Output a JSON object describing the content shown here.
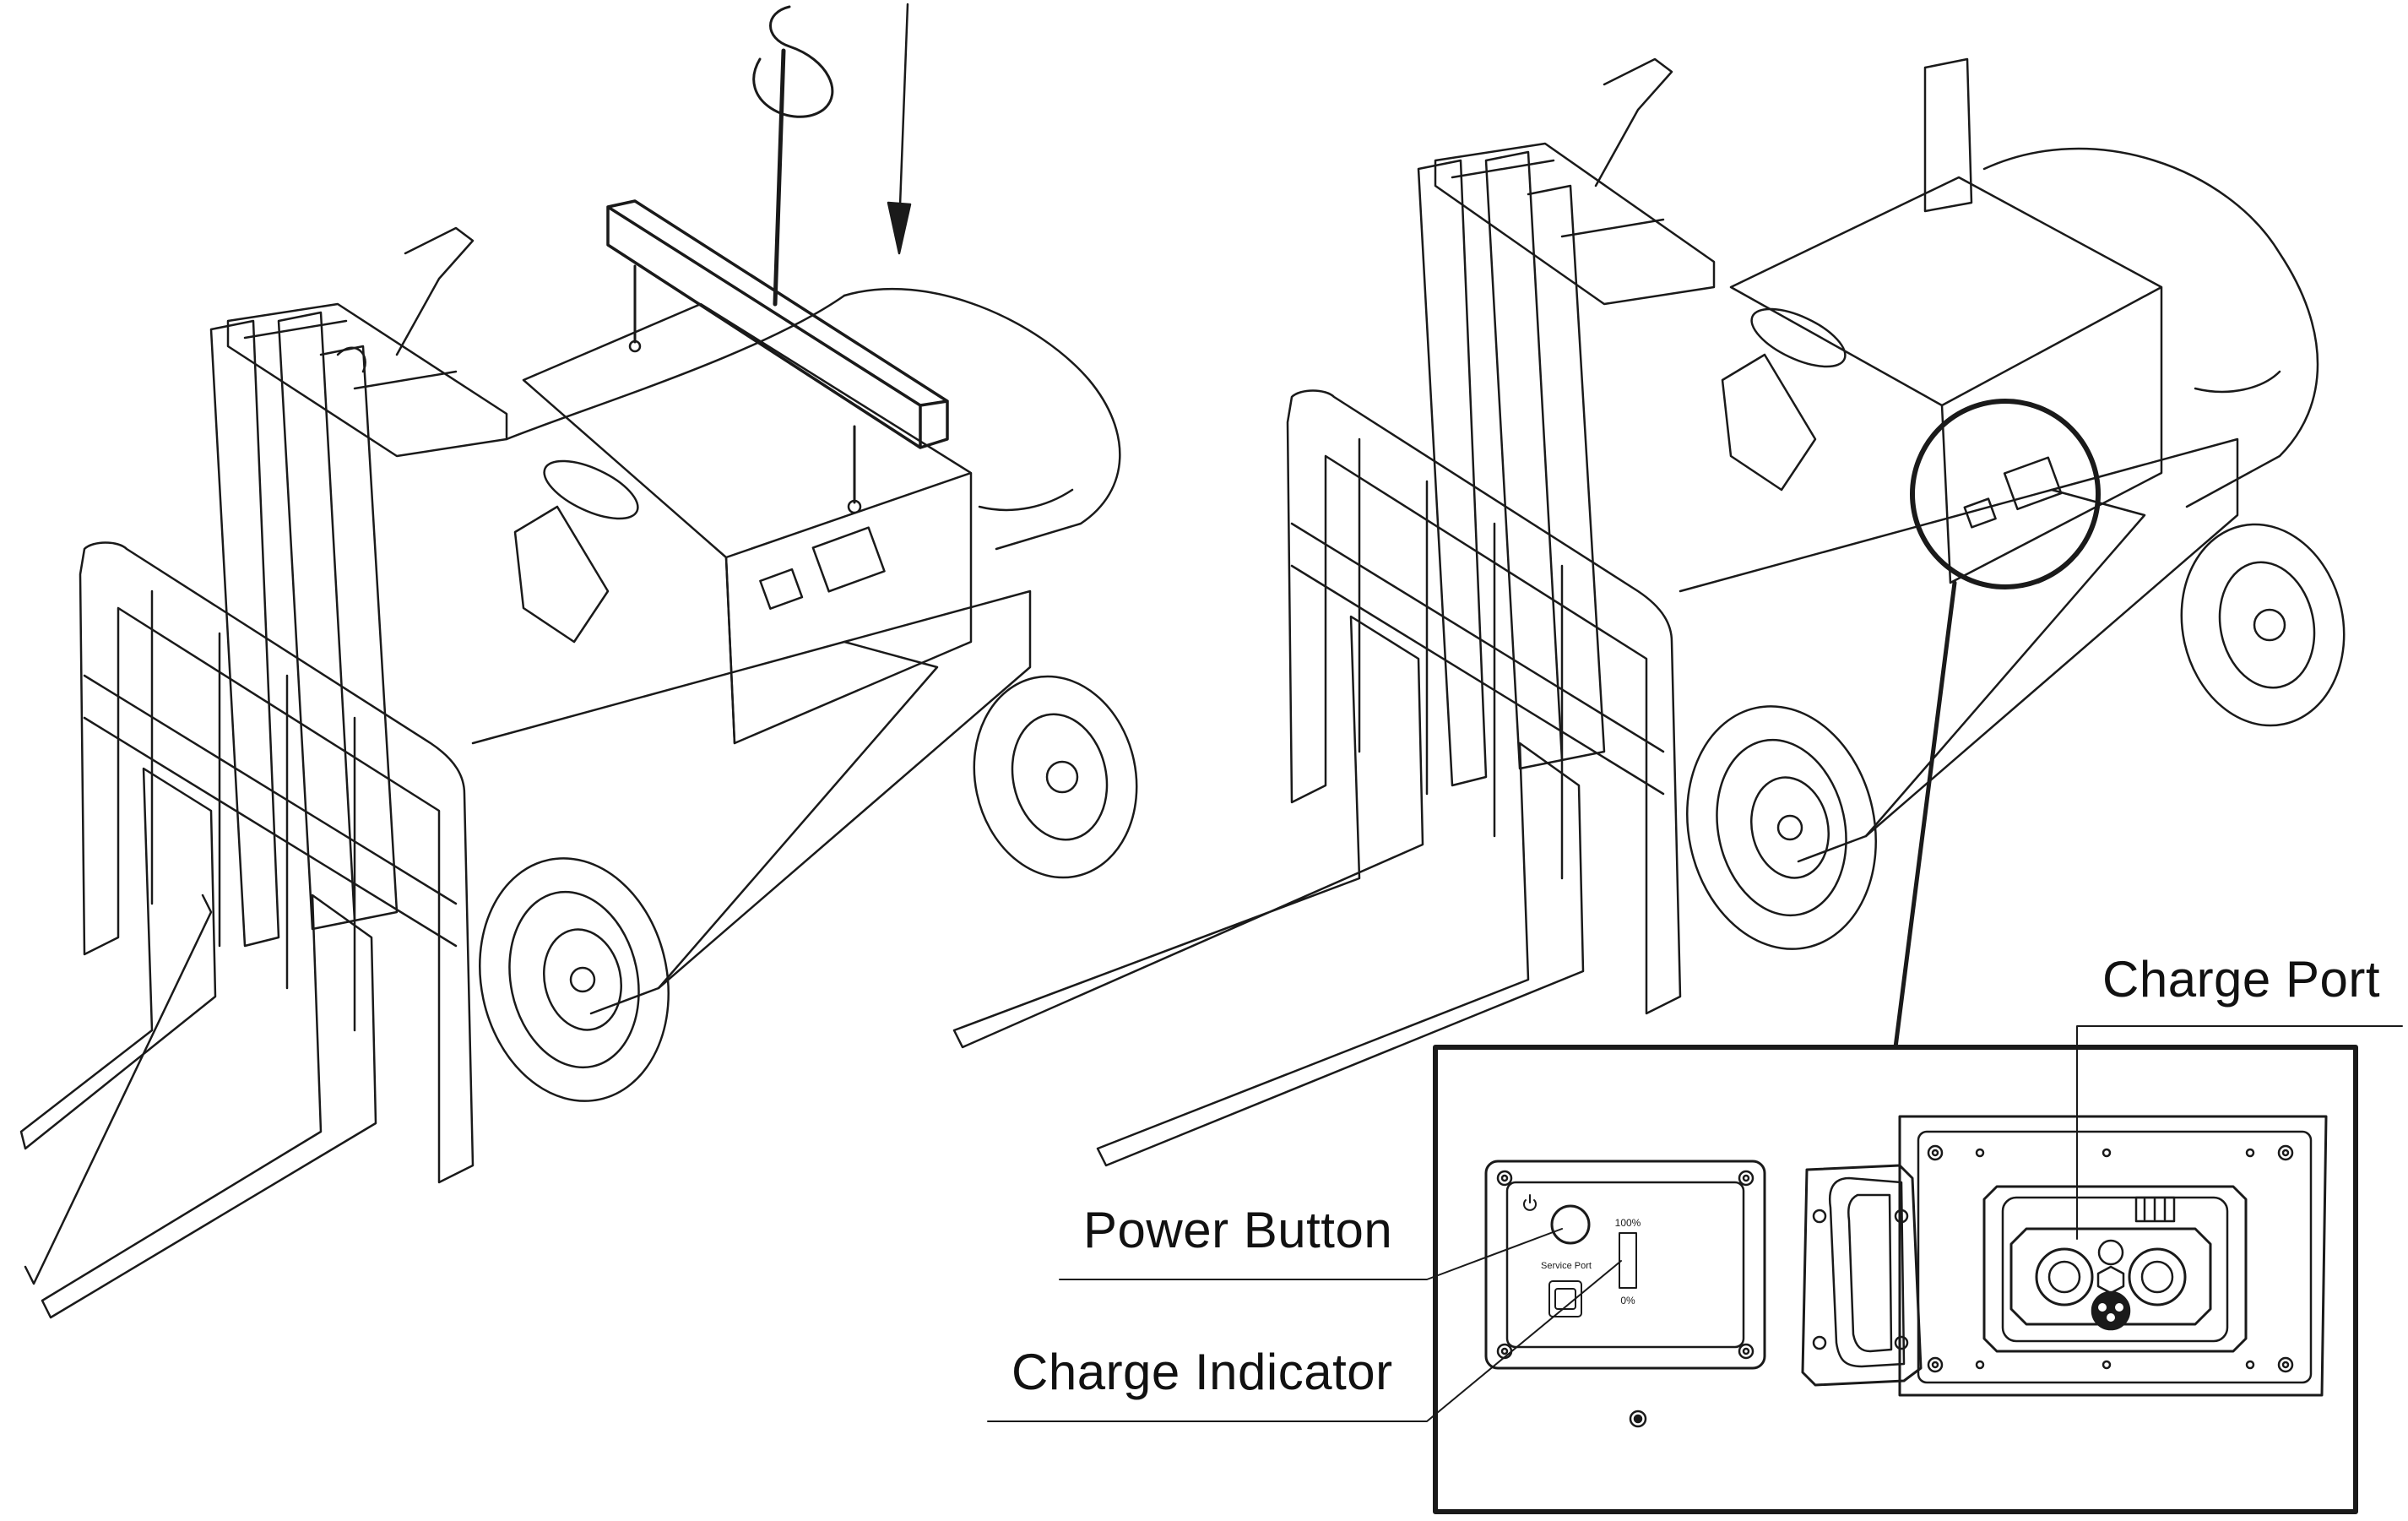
{
  "callouts": {
    "charge_port": "Charge Port",
    "power_button": "Power Button",
    "charge_indicator": "Charge Indicator"
  },
  "panel_markings": {
    "service_port": "Service Port",
    "level_full": "100%",
    "level_empty": "0%"
  },
  "colors": {
    "line": "#1a1a1a",
    "background": "#ffffff"
  }
}
